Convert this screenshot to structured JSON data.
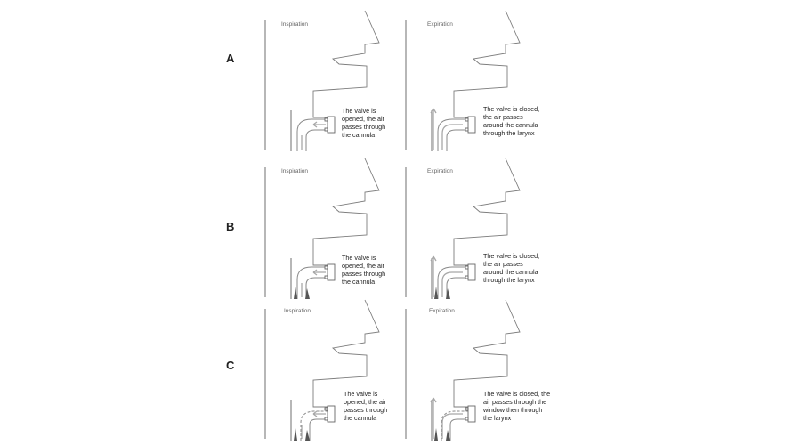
{
  "rows": [
    {
      "letter": "A",
      "inspiration": {
        "label": "Inspiration",
        "caption": "The valve is\nopened, the air\npasses through\nthe cannula"
      },
      "expiration": {
        "label": "Expiration",
        "caption": "The valve is closed,\nthe air passes\naround the cannula\nthrough the larynx"
      }
    },
    {
      "letter": "B",
      "inspiration": {
        "label": "Inspiration",
        "caption": "The valve is\nopened, the air\npasses through\nthe cannula"
      },
      "expiration": {
        "label": "Expiration",
        "caption": "The valve is closed,\nthe air passes\naround the cannula\nthrough the larynx"
      }
    },
    {
      "letter": "C",
      "inspiration": {
        "label": "Inspiration",
        "caption": "The valve is\nopened, the air\npasses through\nthe cannula"
      },
      "expiration": {
        "label": "Expiration",
        "caption": "The valve is closed, the\nair passes through the\nwindow then through\nthe larynx"
      }
    }
  ]
}
